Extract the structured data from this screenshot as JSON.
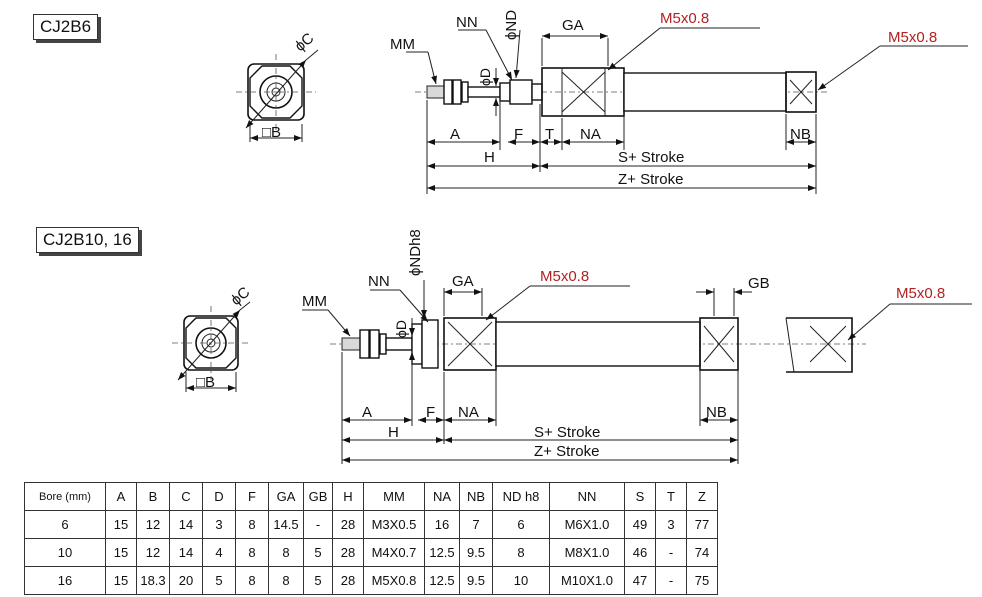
{
  "sections": [
    {
      "title": "CJ2B6"
    },
    {
      "title": "CJ2B10, 16"
    }
  ],
  "labels": {
    "dia_c": "ϕC",
    "square_b": "□B",
    "mm": "MM",
    "nn": "NN",
    "dia_nd": "ϕND",
    "dia_nd_h8": "ϕNDh8",
    "dia_d": "ϕD",
    "ga": "GA",
    "gb": "GB",
    "port": "M5x0.8",
    "a": "A",
    "f": "F",
    "t": "T",
    "na": "NA",
    "nb": "NB",
    "h": "H",
    "s_stroke": "S+ Stroke",
    "z_stroke": "Z+ Stroke"
  },
  "table": {
    "headers": [
      "Bore (mm)",
      "A",
      "B",
      "C",
      "D",
      "F",
      "GA",
      "GB",
      "H",
      "MM",
      "NA",
      "NB",
      "ND h8",
      "NN",
      "S",
      "T",
      "Z"
    ],
    "rows": [
      [
        "6",
        "15",
        "12",
        "14",
        "3",
        "8",
        "14.5",
        "-",
        "28",
        "M3X0.5",
        "16",
        "7",
        "6",
        "M6X1.0",
        "49",
        "3",
        "77"
      ],
      [
        "10",
        "15",
        "12",
        "14",
        "4",
        "8",
        "8",
        "5",
        "28",
        "M4X0.7",
        "12.5",
        "9.5",
        "8",
        "M8X1.0",
        "46",
        "-",
        "74"
      ],
      [
        "16",
        "15",
        "18.3",
        "20",
        "5",
        "8",
        "8",
        "5",
        "28",
        "M5X0.8",
        "12.5",
        "9.5",
        "10",
        "M10X1.0",
        "47",
        "-",
        "75"
      ]
    ]
  }
}
